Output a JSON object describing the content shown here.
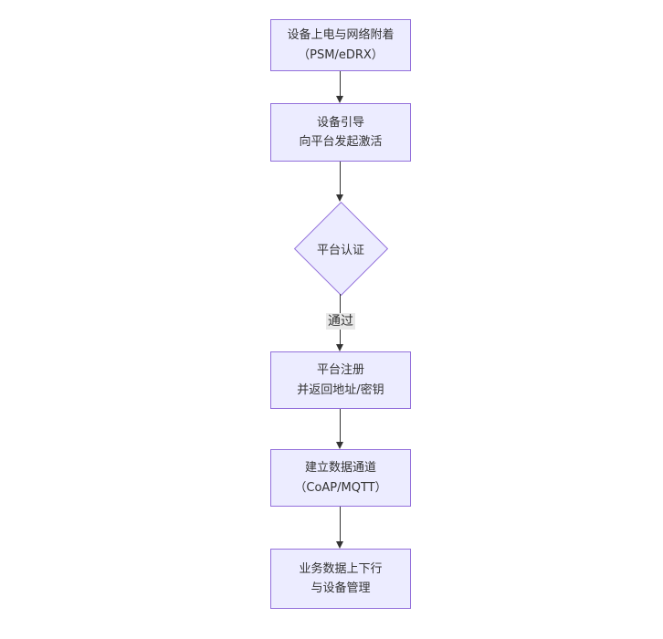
{
  "diagram": {
    "type": "flowchart",
    "direction": "top-down",
    "colors": {
      "background": "#ffffff",
      "node_fill": "#ECECFF",
      "node_border": "#9370DB",
      "text": "#333333",
      "edge_line": "#333333",
      "edge_label_bg": "#e8e8e8"
    },
    "nodes": [
      {
        "id": "A",
        "shape": "rect",
        "line1": "设备上电与网络附着",
        "line2": "（PSM/eDRX）"
      },
      {
        "id": "B",
        "shape": "rect",
        "line1": "设备引导",
        "line2": "向平台发起激活"
      },
      {
        "id": "C",
        "shape": "diamond",
        "line1": "平台认证",
        "line2": ""
      },
      {
        "id": "D",
        "shape": "rect",
        "line1": "平台注册",
        "line2": "并返回地址/密钥"
      },
      {
        "id": "E",
        "shape": "rect",
        "line1": "建立数据通道",
        "line2": "（CoAP/MQTT）"
      },
      {
        "id": "F",
        "shape": "rect",
        "line1": "业务数据上下行",
        "line2": "与设备管理"
      }
    ],
    "edges": [
      {
        "from": "A",
        "to": "B",
        "label": ""
      },
      {
        "from": "B",
        "to": "C",
        "label": ""
      },
      {
        "from": "C",
        "to": "D",
        "label": "通过"
      },
      {
        "from": "D",
        "to": "E",
        "label": ""
      },
      {
        "from": "E",
        "to": "F",
        "label": ""
      }
    ]
  }
}
